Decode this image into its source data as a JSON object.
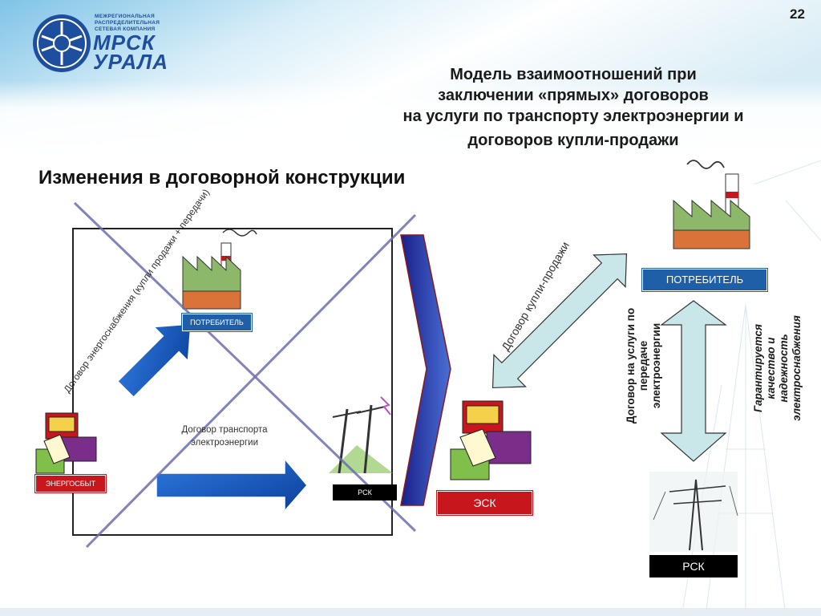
{
  "slide_number": "22",
  "logo": {
    "small_lines": [
      "МЕЖРЕГИОНАЛЬНАЯ",
      "РАСПРЕДЕЛИТЕЛЬНАЯ",
      "СЕТЕВАЯ КОМПАНИЯ"
    ],
    "brand": "МРСК",
    "region": "УРАЛА"
  },
  "title": {
    "line1": "Модель взаимоотношений при",
    "line2": "заключении «прямых» договоров",
    "line3": "на услуги по транспорту электроэнергии и",
    "line4": "договоров купли-продажи"
  },
  "subtitle": "Изменения в договорной конструкции",
  "old_scheme": {
    "consumer_label": "ПОТРЕБИТЕЛЬ",
    "energosbyt_label": "ЭНЕРГОСБЫТ",
    "rsk_label": "РСК",
    "supply_contract": "Договор энергоснабжения (купли продажи + передачи)",
    "transport_contract_line1": "Договор транспорта",
    "transport_contract_line2": "электроэнергии"
  },
  "new_scheme": {
    "consumer_label": "ПОТРЕБИТЕЛЬ",
    "esk_label": "ЭСК",
    "rsk_label": "РСК",
    "sale_contract": "Договор купли-продажи",
    "transfer_contract_line1": "Договор на услуги по",
    "transfer_contract_line2": "передаче",
    "transfer_contract_line3": "электроэнергии",
    "guarantee_line1": "Гарантируется",
    "guarantee_line2": "качество и",
    "guarantee_line3": "надежность",
    "guarantee_line4": "электроснабжения"
  },
  "colors": {
    "blue_label": "#1f5fa8",
    "red_label": "#c8161d",
    "arrow_blue": "#1450b4",
    "arrow_light": "#c9e6e8",
    "cross_line": "#6a6fb0"
  }
}
